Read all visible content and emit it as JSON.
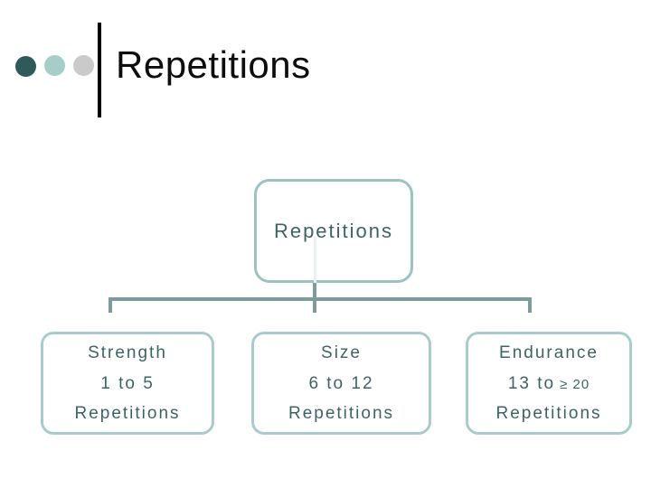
{
  "slide": {
    "title": "Repetitions",
    "accent_colors": {
      "bullet_dark_teal": "#2E5A5B",
      "bullet_light_teal": "#A5CEC9",
      "bullet_gray": "#CACACA",
      "title_rule": "#000000"
    }
  },
  "diagram": {
    "type": "org-chart",
    "connector_color": "#7E9C9E",
    "root_border_color": "#9CC2C2",
    "child_border_color": "#A8CBCB",
    "node_text_color": "#3E6365",
    "root": {
      "label": "Repetitions"
    },
    "children": [
      {
        "title": "Strength",
        "range": "1 to 5",
        "unit": "Repetitions"
      },
      {
        "title": "Size",
        "range": "6 to 12",
        "unit": "Repetitions"
      },
      {
        "title": "Endurance",
        "range": "13 to",
        "range_suffix": "≥ 20",
        "unit": "Repetitions"
      }
    ]
  }
}
